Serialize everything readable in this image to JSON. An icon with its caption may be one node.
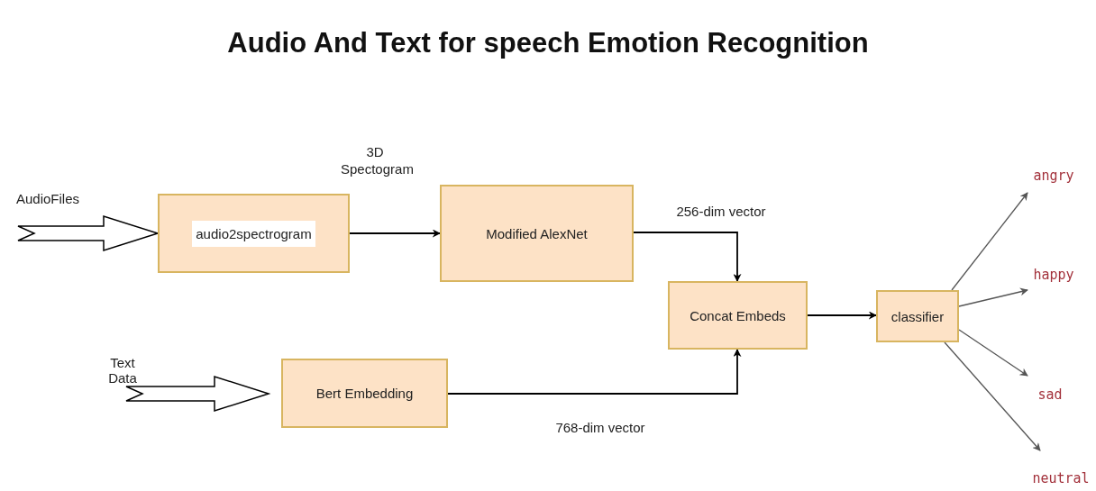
{
  "diagram": {
    "title": "Audio And Text for speech Emotion Recognition",
    "nodes": [
      {
        "text": [
          "audio2spectrogram"
        ]
      },
      {
        "text": [
          "Modified AlexNet"
        ]
      },
      {
        "text": [
          "Concat Embeds"
        ]
      },
      {
        "text": [
          "classifier"
        ]
      },
      {
        "text": [
          "Bert Embedding"
        ]
      },
      {
        "text": [
          "angry"
        ]
      },
      {
        "text": [
          "happy"
        ]
      },
      {
        "text": [
          "sad"
        ]
      },
      {
        "text": [
          "neutral"
        ]
      }
    ],
    "edges": [
      {
        "from": null,
        "to": 0,
        "arrow": "to",
        "style": "thick",
        "label": "AudioFiles"
      },
      {
        "from": 0,
        "to": 1,
        "arrow": "to",
        "label": "3D Spectogram"
      },
      {
        "from": 1,
        "to": 2,
        "arrow": "to",
        "label": "256-dim vector"
      },
      {
        "from": null,
        "to": 4,
        "arrow": "to",
        "style": "thick",
        "label": "Text Data"
      },
      {
        "from": 4,
        "to": 2,
        "arrow": "to",
        "label": "768-dim vector"
      },
      {
        "from": 2,
        "to": 3,
        "arrow": "to"
      },
      {
        "from": 3,
        "to": 5,
        "arrow": "to",
        "color": "#555555"
      },
      {
        "from": 3,
        "to": 6,
        "arrow": "to",
        "color": "#555555"
      },
      {
        "from": 3,
        "to": 7,
        "arrow": "to",
        "color": "#555555"
      },
      {
        "from": 3,
        "to": 8,
        "arrow": "to",
        "color": "#555555"
      }
    ]
  }
}
